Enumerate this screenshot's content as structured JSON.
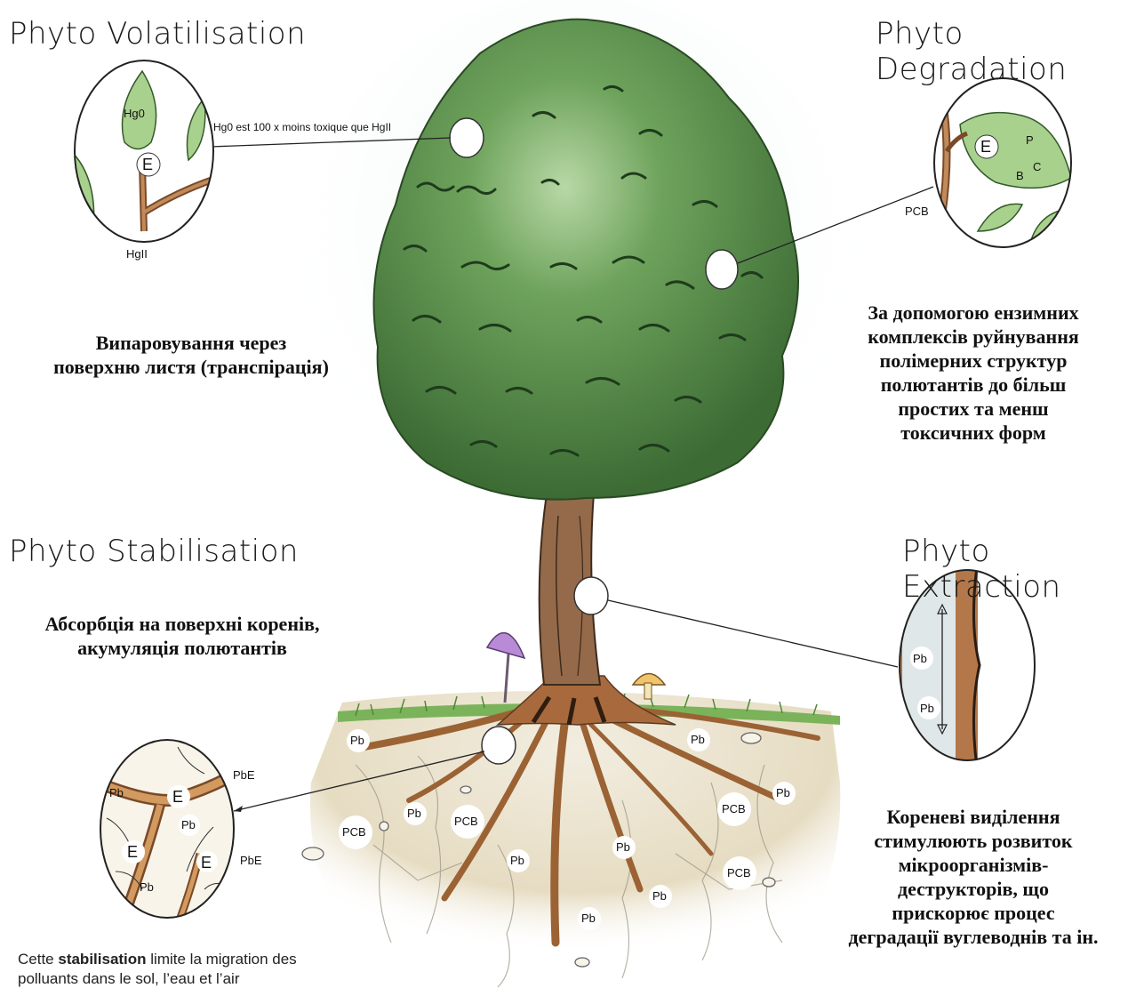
{
  "titles": {
    "volatilisation": "Phyto Volatilisation",
    "degradation": "Phyto Degradation",
    "stabilisation": "Phyto Stabilisation",
    "extraction": "Phyto Extraction"
  },
  "descriptions": {
    "volatilisation": [
      "Випаровування через",
      "поверхню листя (транспірація)"
    ],
    "degradation": [
      "За допомогою ензимних",
      "комплексів руйнування",
      "полімерних структур",
      "полютантів до більш",
      "простих та менш",
      "токсичних форм"
    ],
    "stabilisation": [
      "Абсорбція на поверхні коренів,",
      "акумуляція полютантів"
    ],
    "rhizo": [
      "Кореневі виділення",
      "стимулюють розвиток",
      "мікроорганізмів-",
      "деструкторів, що",
      "прискорює процес",
      "деградації вуглеводнів та ін."
    ]
  },
  "labels": {
    "hg0_note": "Hg0 est 100 x moins toxique que HgII",
    "hg0": "Hg0",
    "hgii": "HgII",
    "enzyme": "E",
    "pcb": "PCB",
    "pb": "Pb",
    "pbe": "PbE",
    "p": "P",
    "b": "B",
    "c": "C"
  },
  "stabilisation_note": {
    "prefix": "Cette ",
    "bold": "stabilisation",
    "rest": " limite la migration des",
    "line2": "polluants dans le sol, l’eau et l’air"
  },
  "colors": {
    "foliage_dark": "#3f6f3a",
    "foliage": "#5f9a52",
    "foliage_light": "#8fbf7a",
    "trunk": "#8a5a3a",
    "root": "#a86a3c",
    "soil": "#e4dcc6",
    "grass": "#6aa84f",
    "sky": "#dcefe6",
    "leaf": "#a9d18e"
  }
}
